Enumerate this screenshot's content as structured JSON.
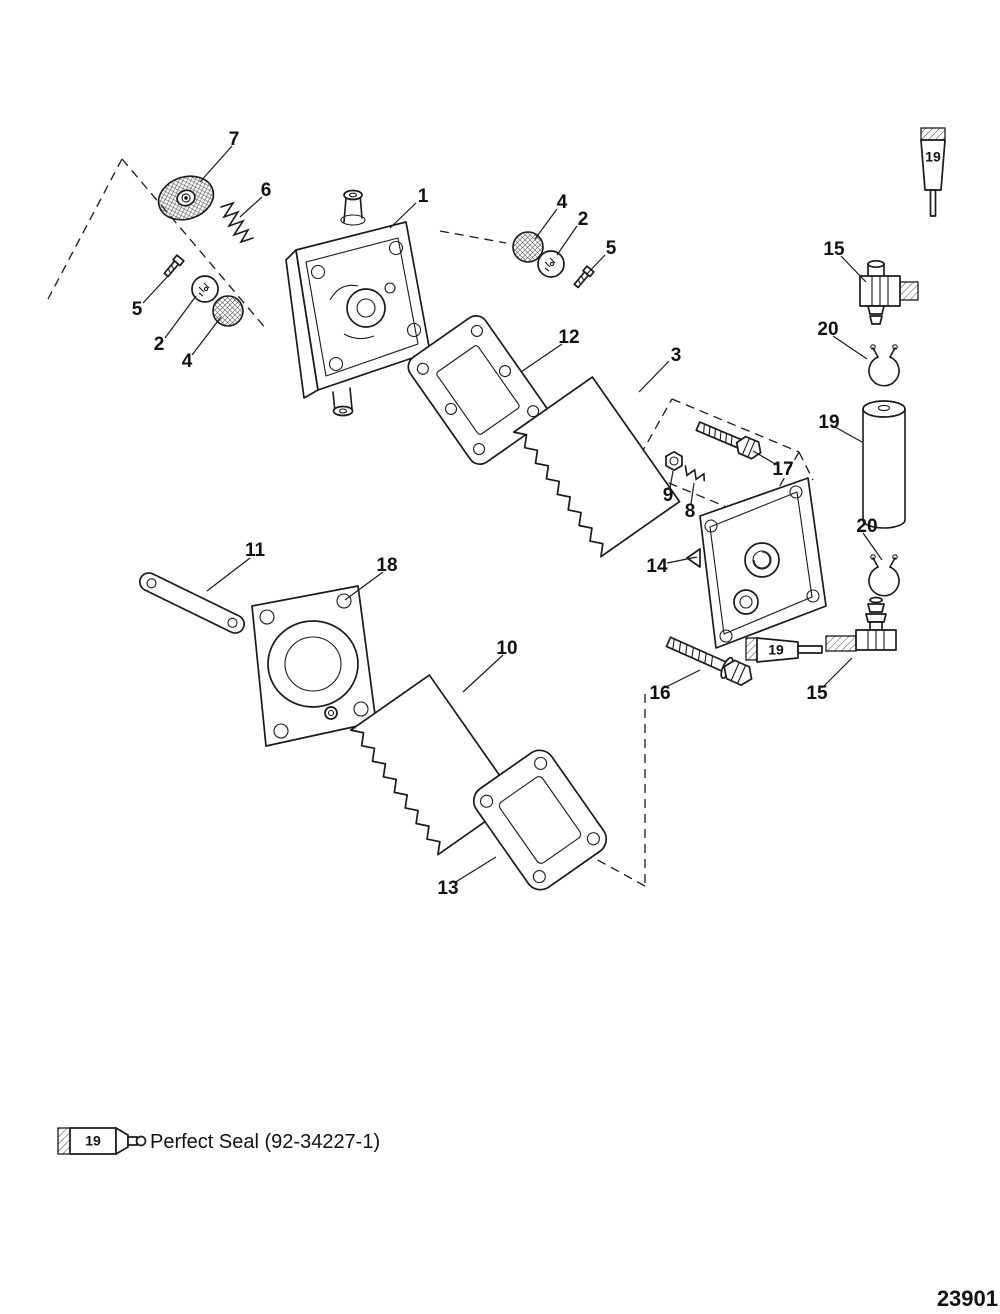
{
  "diagram": {
    "title": "fuel-pump-exploded-view",
    "doc_number": "23901",
    "colors": {
      "ink": "#1a1a1a",
      "paper": "#ffffff"
    },
    "legend": {
      "label": "19",
      "text": "Perfect Seal (92-34227-1)"
    },
    "callouts": [
      {
        "label": "7"
      },
      {
        "label": "6"
      },
      {
        "label": "1"
      },
      {
        "label": "4"
      },
      {
        "label": "2"
      },
      {
        "label": "5"
      },
      {
        "label": "5"
      },
      {
        "label": "2"
      },
      {
        "label": "4"
      },
      {
        "label": "12"
      },
      {
        "label": "3"
      },
      {
        "label": "19"
      },
      {
        "label": "15"
      },
      {
        "label": "20"
      },
      {
        "label": "19"
      },
      {
        "label": "17"
      },
      {
        "label": "9"
      },
      {
        "label": "8"
      },
      {
        "label": "20"
      },
      {
        "label": "14"
      },
      {
        "label": "11"
      },
      {
        "label": "18"
      },
      {
        "label": "10"
      },
      {
        "label": "16"
      },
      {
        "label": "19"
      },
      {
        "label": "15"
      },
      {
        "label": "13"
      }
    ]
  }
}
